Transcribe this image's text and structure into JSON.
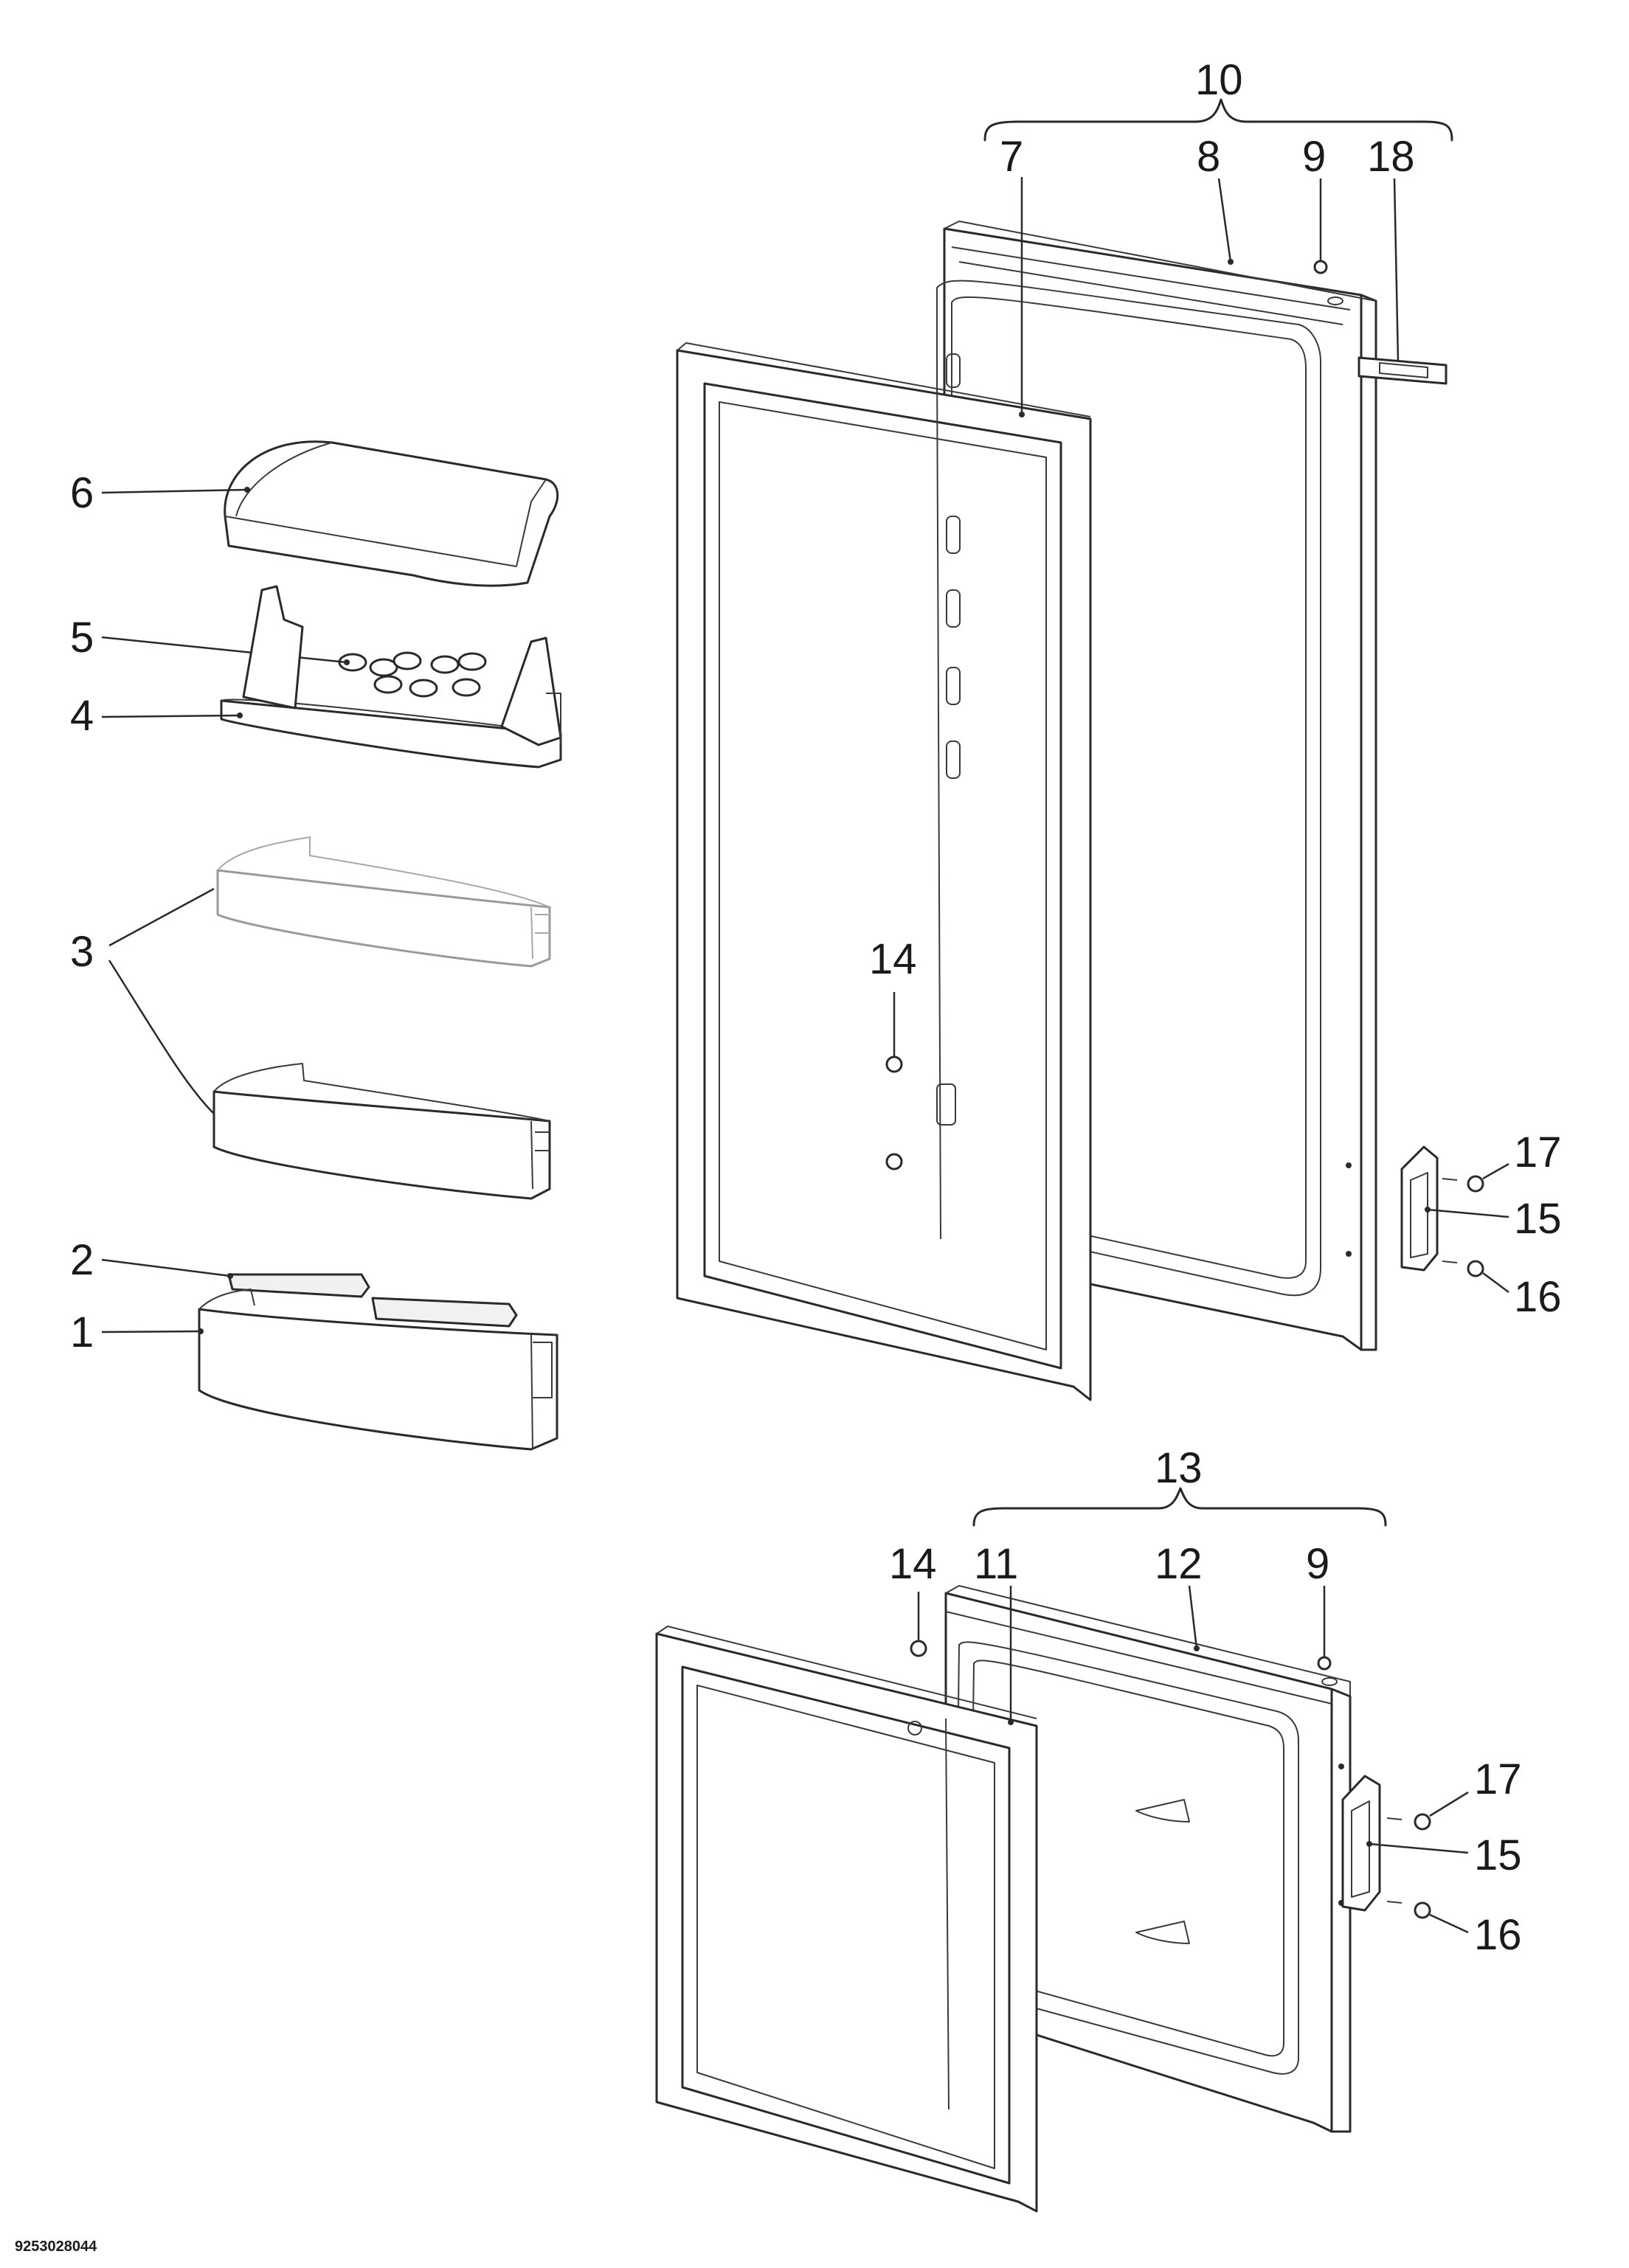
{
  "callouts": {
    "c1": "1",
    "c2": "2",
    "c3": "3",
    "c4": "4",
    "c5": "5",
    "c6": "6",
    "c7": "7",
    "c8": "8",
    "c9a": "9",
    "c10": "10",
    "c18": "18",
    "c14a": "14",
    "c17a": "17",
    "c15a": "15",
    "c16a": "16",
    "c13": "13",
    "c14b": "14",
    "c11": "11",
    "c12": "12",
    "c9b": "9",
    "c17b": "17",
    "c15b": "15",
    "c16b": "16"
  },
  "document_code": "9253028044"
}
